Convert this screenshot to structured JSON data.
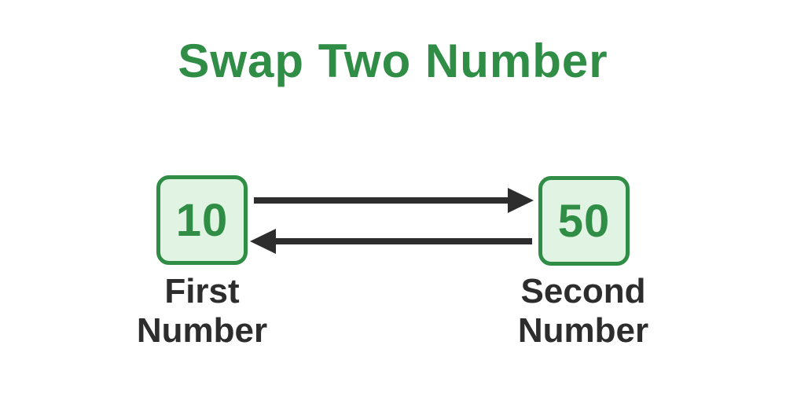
{
  "title": "Swap Two Number",
  "boxes": {
    "first": {
      "value": "10",
      "label": "First Number"
    },
    "second": {
      "value": "50",
      "label": "Second Number"
    }
  },
  "arrows": {
    "top": {
      "icon": "arrow-right-icon",
      "direction": "first-to-second"
    },
    "bottom": {
      "icon": "arrow-left-icon",
      "direction": "second-to-first"
    }
  },
  "colors": {
    "accent_green": "#2f8d46",
    "box_fill": "#e1f4e3",
    "arrow_and_label": "#2d2d2d",
    "background": "#ffffff"
  }
}
